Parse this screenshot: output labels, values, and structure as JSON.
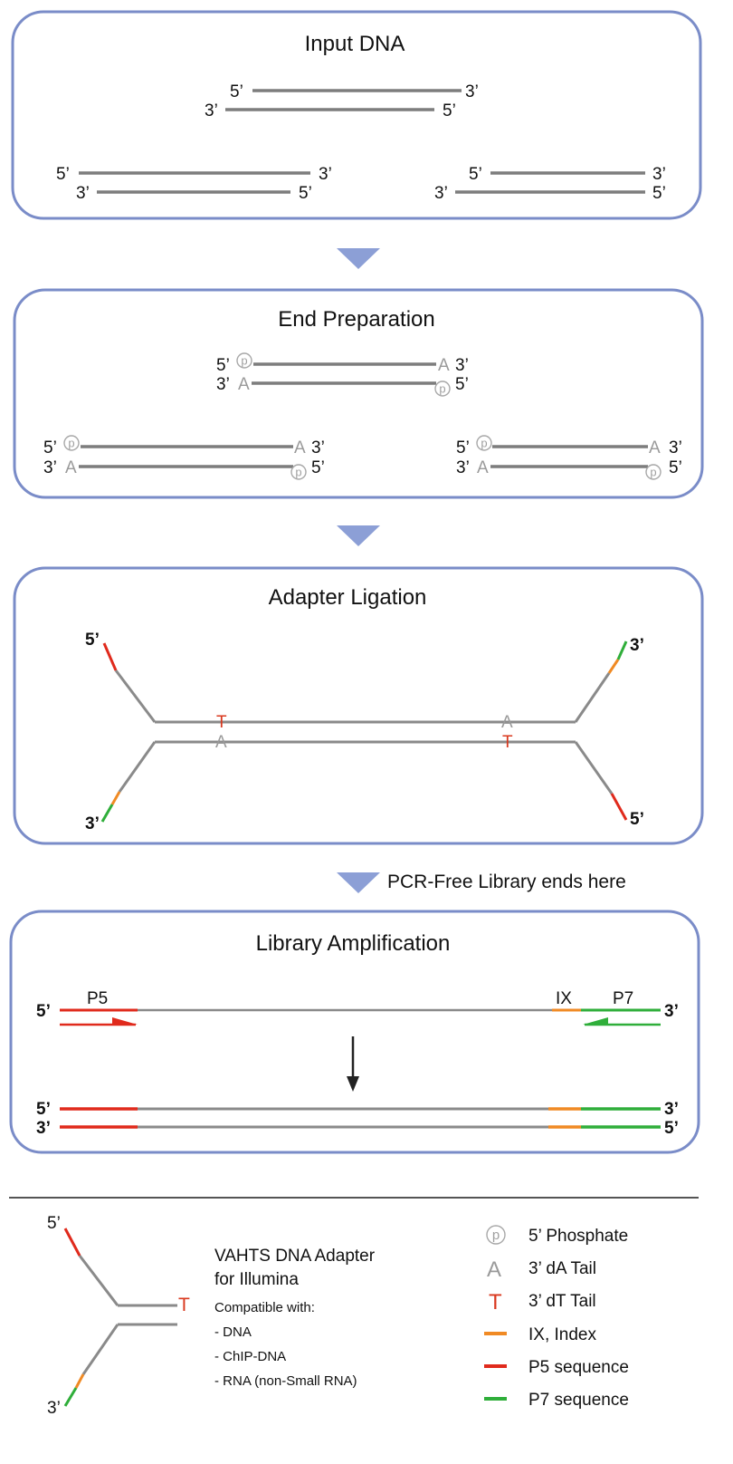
{
  "panels": {
    "input_title": "Input DNA",
    "end_prep_title": "End Preparation",
    "ligation_title": "Adapter Ligation",
    "amplification_title": "Library Amplification"
  },
  "end_labels": {
    "five": "5’",
    "three": "3’"
  },
  "base_labels": {
    "a": "A",
    "t": "T",
    "p": "p"
  },
  "pcr_free_note": "PCR-Free Library ends here",
  "amplification": {
    "p5": "P5",
    "ix": "IX",
    "p7": "P7"
  },
  "adapter": {
    "name_line1": "VAHTS DNA Adapter",
    "name_line2": "for Illumina",
    "compat_heading": "Compatible with:",
    "compat_items": [
      "- DNA",
      "- ChIP-DNA",
      "- RNA (non-Small RNA)"
    ]
  },
  "legend": [
    {
      "label": "5’ Phosphate",
      "icon": "phosphate-icon"
    },
    {
      "label": "3’ dA Tail",
      "icon": "da-tail-icon"
    },
    {
      "label": "3’ dT Tail",
      "icon": "dt-tail-icon"
    },
    {
      "label": "IX, Index",
      "icon": "index-swatch",
      "color": "#f08a24"
    },
    {
      "label": "P5 sequence",
      "icon": "p5-swatch",
      "color": "#e02a1c"
    },
    {
      "label": "P7 sequence",
      "icon": "p7-swatch",
      "color": "#2fae3a"
    }
  ],
  "colors": {
    "panel_border": "#7a8cc8",
    "flow_arrow": "#8c9fd6",
    "strand": "#7d7d7d",
    "p5": "#e02a1c",
    "p7": "#2fae3a",
    "index": "#f08a24",
    "dt_tail": "#d9381e",
    "da_tail": "#9a9a9a"
  }
}
